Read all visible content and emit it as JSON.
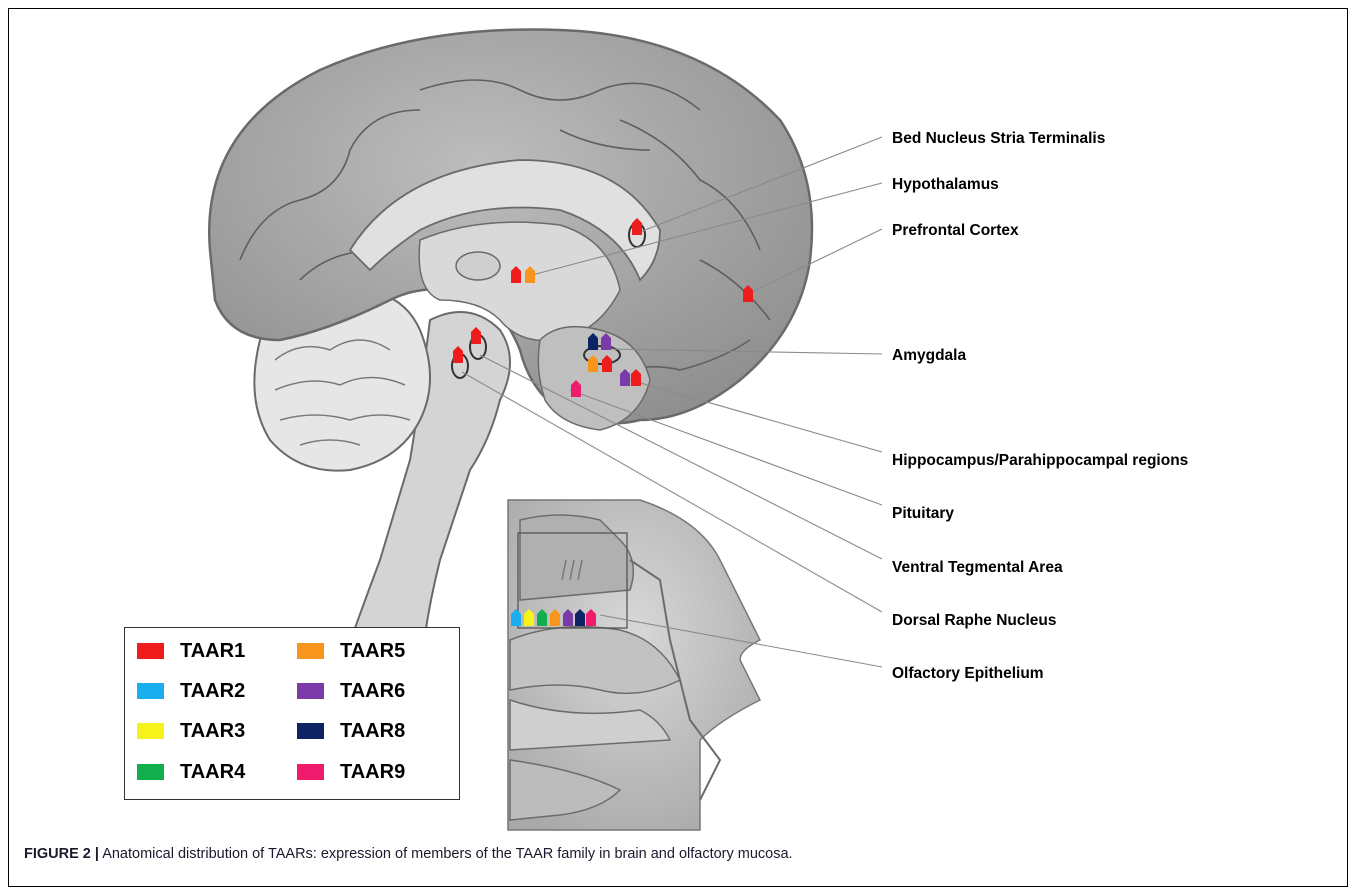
{
  "regions": [
    {
      "label": "Bed Nucleus Stria Terminalis"
    },
    {
      "label": "Hypothalamus"
    },
    {
      "label": "Prefrontal Cortex"
    },
    {
      "label": "Amygdala"
    },
    {
      "label": "Hippocampus/Parahippocampal regions"
    },
    {
      "label": "Pituitary"
    },
    {
      "label": "Ventral Tegmental Area"
    },
    {
      "label": "Dorsal Raphe Nucleus"
    },
    {
      "label": "Olfactory Epithelium"
    }
  ],
  "legend": [
    {
      "label": "TAAR1",
      "color": "#ee1c1c"
    },
    {
      "label": "TAAR2",
      "color": "#1aaef0"
    },
    {
      "label": "TAAR3",
      "color": "#f5f31a"
    },
    {
      "label": "TAAR4",
      "color": "#12ad4c"
    },
    {
      "label": "TAAR5",
      "color": "#f7951d"
    },
    {
      "label": "TAAR6",
      "color": "#7a3aa8"
    },
    {
      "label": "TAAR8",
      "color": "#0e2462"
    },
    {
      "label": "TAAR9",
      "color": "#ef1c6d"
    }
  ],
  "caption": {
    "prefix": "FIGURE 2 |",
    "text": " Anatomical distribution of TAARs: expression of members of the TAAR family in brain and olfactory mucosa."
  }
}
